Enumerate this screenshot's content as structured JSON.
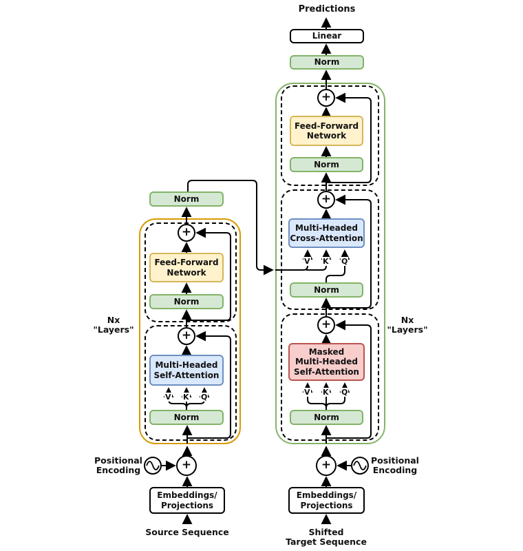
{
  "labels": {
    "predictions": "Predictions",
    "linear": "Linear",
    "norm": "Norm",
    "feed_forward": "Feed-Forward\nNetwork",
    "cross_attention": "Multi-Headed\nCross-Attention",
    "masked_attention": "Masked\nMulti-Headed\nSelf-Attention",
    "self_attention": "Multi-Headed\nSelf-Attention",
    "embeddings": "Embeddings/\nProjections",
    "positional_encoding": "Positional\nEncoding",
    "source_sequence": "Source Sequence",
    "shifted_target": "Shifted\nTarget Sequence",
    "nx_layers": "Nx\n\"Layers\"",
    "v": "V",
    "k": "K",
    "q": "Q",
    "plus": "+"
  },
  "colors": {
    "norm_fill": "#d5e8d4",
    "norm_stroke": "#82b366",
    "ffn_fill": "#fff2cc",
    "ffn_stroke": "#d6b656",
    "attention_fill": "#dae8fc",
    "attention_stroke": "#6c8ebf",
    "masked_fill": "#f8cecc",
    "masked_stroke": "#b85450",
    "encoder_container_stroke": "#d79b00",
    "decoder_container_stroke": "#82b366",
    "wire": "#000000"
  }
}
